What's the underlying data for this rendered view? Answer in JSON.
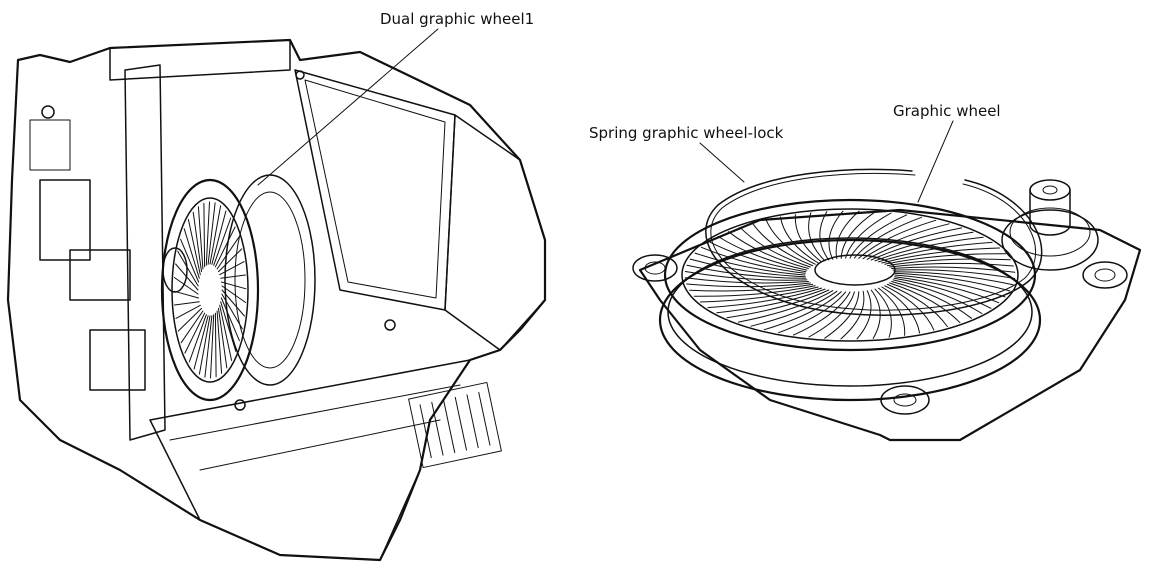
{
  "labels": {
    "dual_wheel": "Dual graphic wheel1",
    "spring_lock": "Spring graphic wheel-lock",
    "graphic_wheel": "Graphic wheel"
  },
  "figures": {
    "left": "fixture-head-cutaway",
    "right": "graphic-wheel-assembly"
  },
  "colors": {
    "line": "#111111",
    "background": "#ffffff"
  }
}
